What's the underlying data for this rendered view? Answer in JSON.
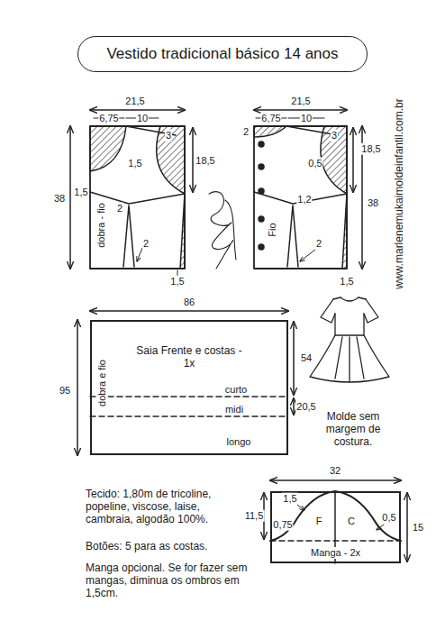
{
  "diagram": {
    "title": "Vestido tradicional básico 14 anos",
    "nodes": [
      {
        "text": [
          "Vestido tradicional básico 14 anos"
        ]
      },
      {
        "text": [
          "Saia Frente e costas - 1x"
        ]
      },
      {
        "text": [
          "Manga - 2x"
        ]
      }
    ],
    "labels": [
      "21,5",
      "6,75",
      "10",
      "3",
      "1,5",
      "18,5",
      "38",
      "1,5",
      "dobra - fio",
      "2",
      "2",
      "1,5",
      "21,5",
      "6,75",
      "10",
      "2",
      "3",
      "0,5",
      "18,5",
      "38",
      "Fio",
      "1,2",
      "2",
      "1,5",
      "www.marlenemukaimoldeinfantil.com.br",
      "86",
      "95",
      "dobra e fio",
      "54",
      "curto",
      "20,5",
      "midi",
      "longo",
      "Molde sem margem de costura.",
      "Tecido: 1,80m de tricoline, popeline, viscose, laise, cambraia, algodão 100%.",
      "Botões: 5 para as costas.",
      "Manga opcional. Se for fazer sem mangas, diminua os ombros em 1,5cm.",
      "32",
      "1,5",
      "11,5",
      "0,75",
      "F",
      "C",
      "0,5",
      "15"
    ]
  }
}
